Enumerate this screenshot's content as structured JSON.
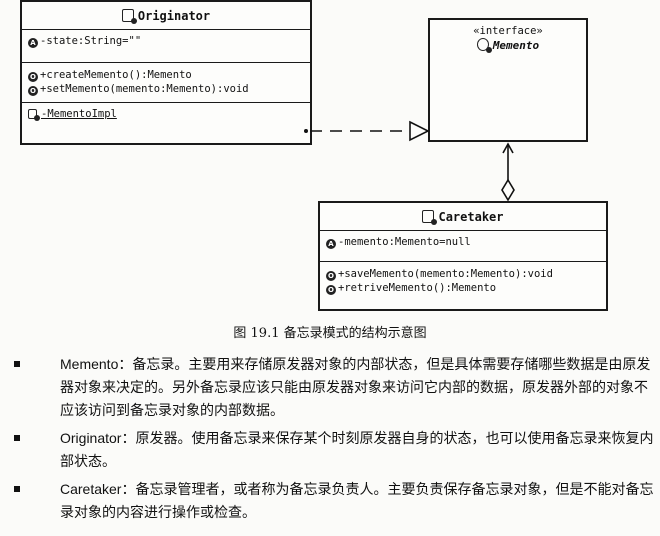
{
  "originator": {
    "title": "Originator",
    "attributes": [
      "-state:String=\"\""
    ],
    "methods": [
      "+createMemento():Memento",
      "+setMemento(memento:Memento):void"
    ],
    "inner": "-MementoImpl"
  },
  "memento": {
    "stereotype": "«interface»",
    "title": "Memento"
  },
  "caretaker": {
    "title": "Caretaker",
    "attributes": [
      "-memento:Memento=null"
    ],
    "methods": [
      "+saveMemento(memento:Memento):void",
      "+retriveMemento():Memento"
    ]
  },
  "icons": {
    "attribute": "A",
    "method": "O"
  },
  "caption": "图 19.1    备忘录模式的结构示意图",
  "bullets": [
    {
      "term": "Memento",
      "text": "：备忘录。主要用来存储原发器对象的内部状态，但是具体需要存储哪些数据是由原发器对象来决定的。另外备忘录应该只能由原发器对象来访问它内部的数据，原发器外部的对象不应该访问到备忘录对象的内部数据。"
    },
    {
      "term": "Originator",
      "text": "：原发器。使用备忘录来保存某个时刻原发器自身的状态，也可以使用备忘录来恢复内部状态。"
    },
    {
      "term": "Caretaker",
      "text": "：备忘录管理者，或者称为备忘录负责人。主要负责保存备忘录对象，但是不能对备忘录对象的内容进行操作或检查。"
    }
  ]
}
